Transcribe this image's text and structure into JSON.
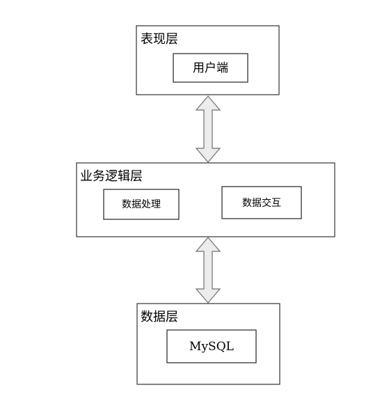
{
  "layers": {
    "presentation": {
      "title": "表现层",
      "items": [
        "用户端"
      ]
    },
    "business": {
      "title": "业务逻辑层",
      "items": [
        "数据处理",
        "数据交互"
      ]
    },
    "data": {
      "title": "数据层",
      "items": [
        "MySQL"
      ]
    }
  },
  "colors": {
    "box_border": "#333333",
    "arrow_fill": "#ececec",
    "arrow_stroke": "#6f6f6f"
  }
}
